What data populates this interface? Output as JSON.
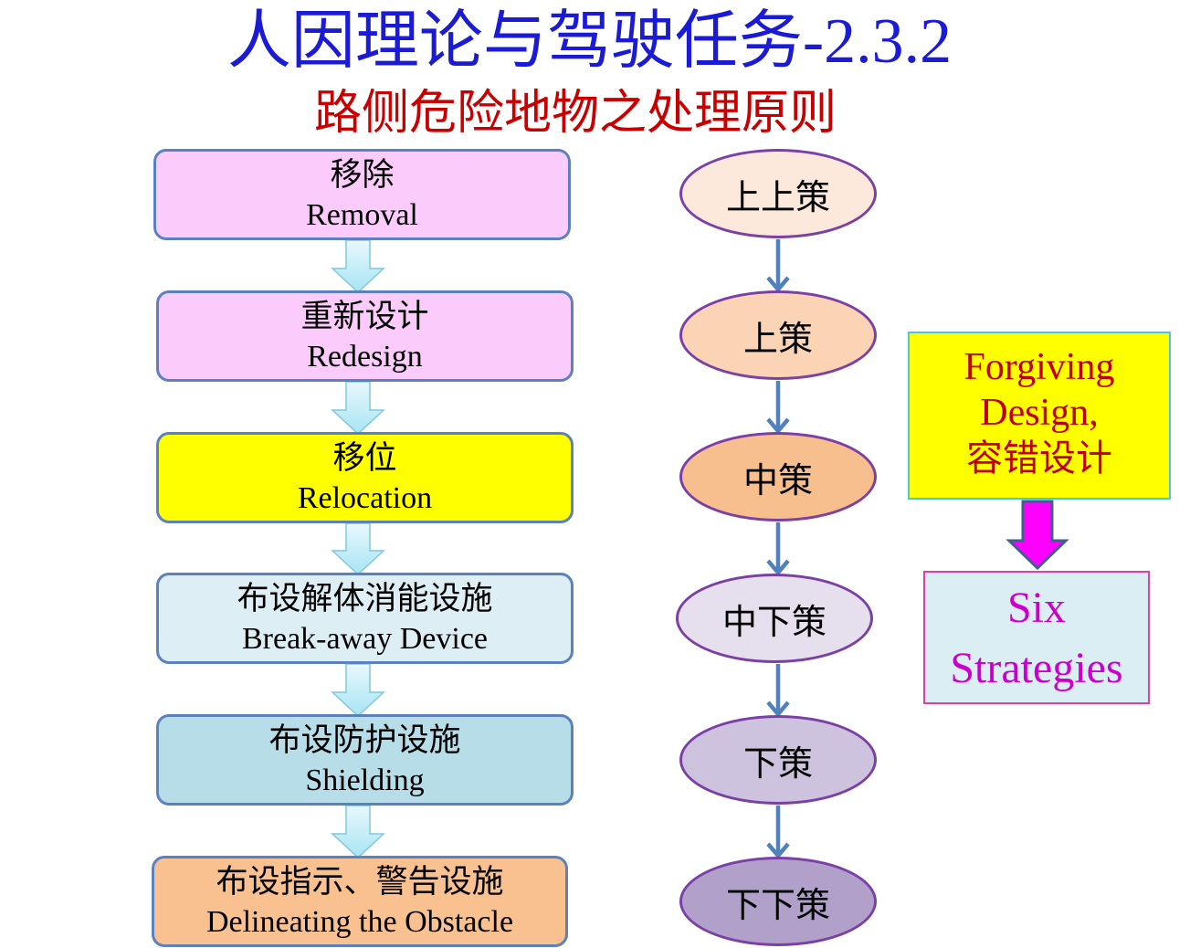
{
  "title": {
    "main": "人因理论与驾驶任务",
    "number": "-2.3.2",
    "subtitle": "路侧危险地物之处理原则"
  },
  "steps": [
    {
      "zh": "移除",
      "en": "Removal",
      "color": "#FBCBFB"
    },
    {
      "zh": "重新设计",
      "en": "Redesign",
      "color": "#FBCBFB"
    },
    {
      "zh": "移位",
      "en": "Relocation",
      "color": "#FFFF00"
    },
    {
      "zh": "布设解体消能设施",
      "en": "Break-away Device",
      "color": "#DDEEF5"
    },
    {
      "zh": "布设防护设施",
      "en": "Shielding",
      "color": "#B7DDE8"
    },
    {
      "zh": "布设指示、警告设施",
      "en": "Delineating the Obstacle",
      "color": "#F9C090"
    }
  ],
  "ranks": [
    {
      "label": "上上策",
      "color": "#FCE9DC"
    },
    {
      "label": "上策",
      "color": "#FAD4B4"
    },
    {
      "label": "中策",
      "color": "#F7BE8E"
    },
    {
      "label": "中下策",
      "color": "#E6E0EE"
    },
    {
      "label": "下策",
      "color": "#CEC3DE"
    },
    {
      "label": "下下策",
      "color": "#B1A0CA"
    }
  ],
  "forgiving": {
    "line1": "Forgiving",
    "line2": "Design,",
    "zh": "容错设计"
  },
  "six": {
    "line1": "Six",
    "line2": "Strategies"
  }
}
